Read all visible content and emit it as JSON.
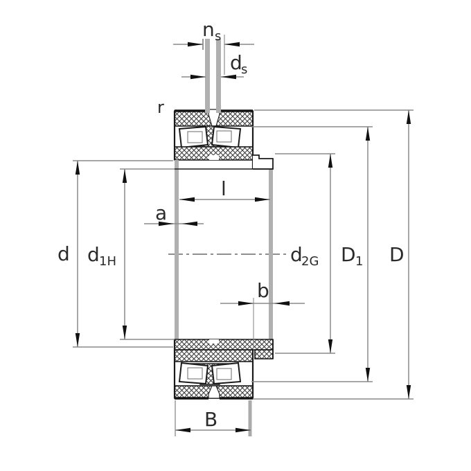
{
  "drawing": {
    "kind": "bearing-with-adapter-sleeve-section-drawing",
    "labels": {
      "ns": {
        "base": "n",
        "sub": "s"
      },
      "ds": {
        "base": "d",
        "sub": "s"
      },
      "r": "r",
      "d": "d",
      "d1h": {
        "base": "d",
        "sub": "1H"
      },
      "l": "l",
      "a": "a",
      "b": "b",
      "B": "B",
      "d2g": {
        "base": "d",
        "sub": "2G"
      },
      "D1": {
        "base": "D",
        "sub": "1"
      },
      "D": "D"
    },
    "colors": {
      "outline": "#1a1a1a",
      "dimension_line": "#8a8a8a",
      "arrow": "#111111",
      "sleeve_gray": "#b0b0b0",
      "background": "#ffffff"
    }
  }
}
